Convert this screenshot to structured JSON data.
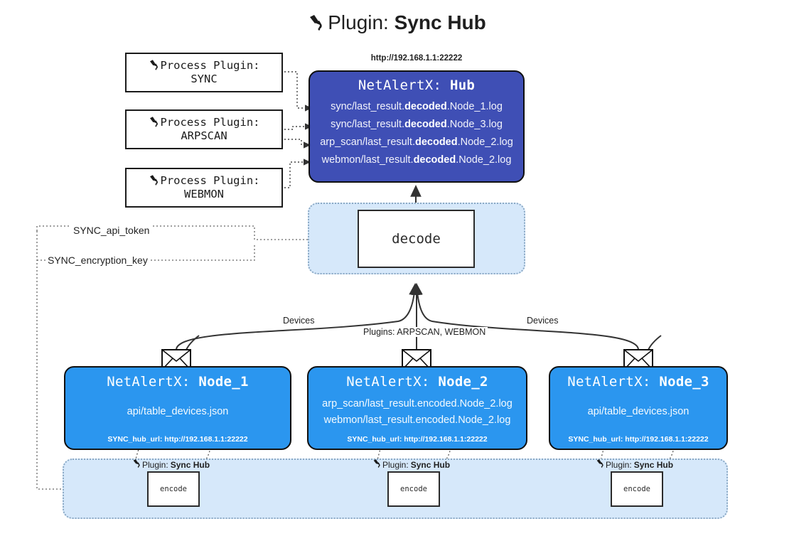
{
  "title": {
    "icon": "plug-icon",
    "prefix": "Plugin:",
    "name": "Sync Hub"
  },
  "process_plugins": [
    {
      "label": "Process Plugin:",
      "name": "SYNC"
    },
    {
      "label": "Process Plugin:",
      "name": "ARPSCAN"
    },
    {
      "label": "Process Plugin:",
      "name": "WEBMON"
    }
  ],
  "hub": {
    "url": "http://192.168.1.1:22222",
    "title_prefix": "NetAlertX:",
    "title_name": "Hub",
    "logs": [
      {
        "pre": "sync/last_result.",
        "mid": "decoded",
        "post": ".Node_1.log"
      },
      {
        "pre": "sync/last_result.",
        "mid": "decoded",
        "post": ".Node_3.log"
      },
      {
        "pre": "arp_scan/last_result.",
        "mid": "decoded",
        "post": ".Node_2.log"
      },
      {
        "pre": "webmon/last_result.",
        "mid": "decoded",
        "post": ".Node_2.log"
      }
    ]
  },
  "decode": {
    "label": "decode"
  },
  "secrets": {
    "api_token": "SYNC_api_token",
    "encryption_key": "SYNC_encryption_key"
  },
  "edge_labels": {
    "devices_left": "Devices",
    "devices_right": "Devices",
    "plugins": "Plugins: ARPSCAN, WEBMON"
  },
  "nodes": [
    {
      "title_prefix": "NetAlertX:",
      "title_name": "Node_1",
      "lines": [
        "api/table_devices.json"
      ],
      "footer": "SYNC_hub_url: http://192.168.1.1:22222"
    },
    {
      "title_prefix": "NetAlertX:",
      "title_name": "Node_2",
      "lines": [
        "arp_scan/last_result.encoded.Node_2.log",
        "webmon/last_result.encoded.Node_2.log"
      ],
      "footer": "SYNC_hub_url: http://192.168.1.1:22222"
    },
    {
      "title_prefix": "NetAlertX:",
      "title_name": "Node_3",
      "lines": [
        "api/table_devices.json"
      ],
      "footer": "SYNC_hub_url: http://192.168.1.1:22222"
    }
  ],
  "encoders": [
    {
      "caption_prefix": "Plugin:",
      "caption_name": "Sync Hub",
      "label": "encode"
    },
    {
      "caption_prefix": "Plugin:",
      "caption_name": "Sync Hub",
      "label": "encode"
    },
    {
      "caption_prefix": "Plugin:",
      "caption_name": "Sync Hub",
      "label": "encode"
    }
  ],
  "colors": {
    "hub": "#3f4fb5",
    "node": "#2b96ef",
    "cluster": "#d6e8fa",
    "cluster_border": "#8aa8c4",
    "stroke": "#333333"
  }
}
